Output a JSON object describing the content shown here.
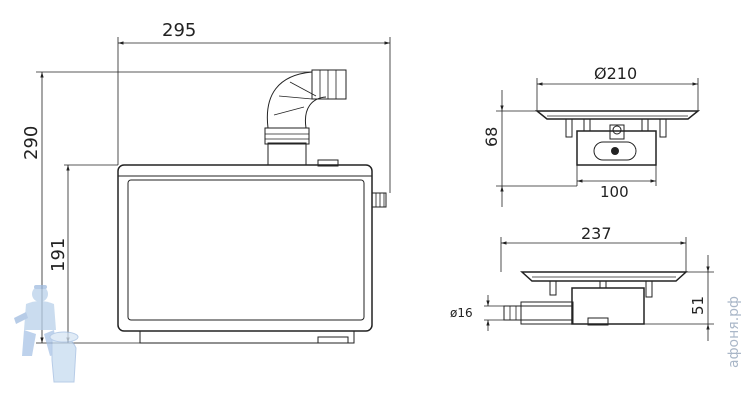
{
  "dimensions": {
    "width_main": "295",
    "height_total": "290",
    "height_body": "191",
    "diameter_top": "Ø210",
    "height_drain": "68",
    "width_drain_body": "100",
    "width_bottom": "237",
    "diameter_outlet": "ø16",
    "height_bottom_side": "51"
  },
  "watermark": {
    "text": "афоня.рф"
  },
  "colors": {
    "line": "#222222",
    "watermark": "#aab7c8",
    "mascot_blue": "#b9d1ea"
  }
}
